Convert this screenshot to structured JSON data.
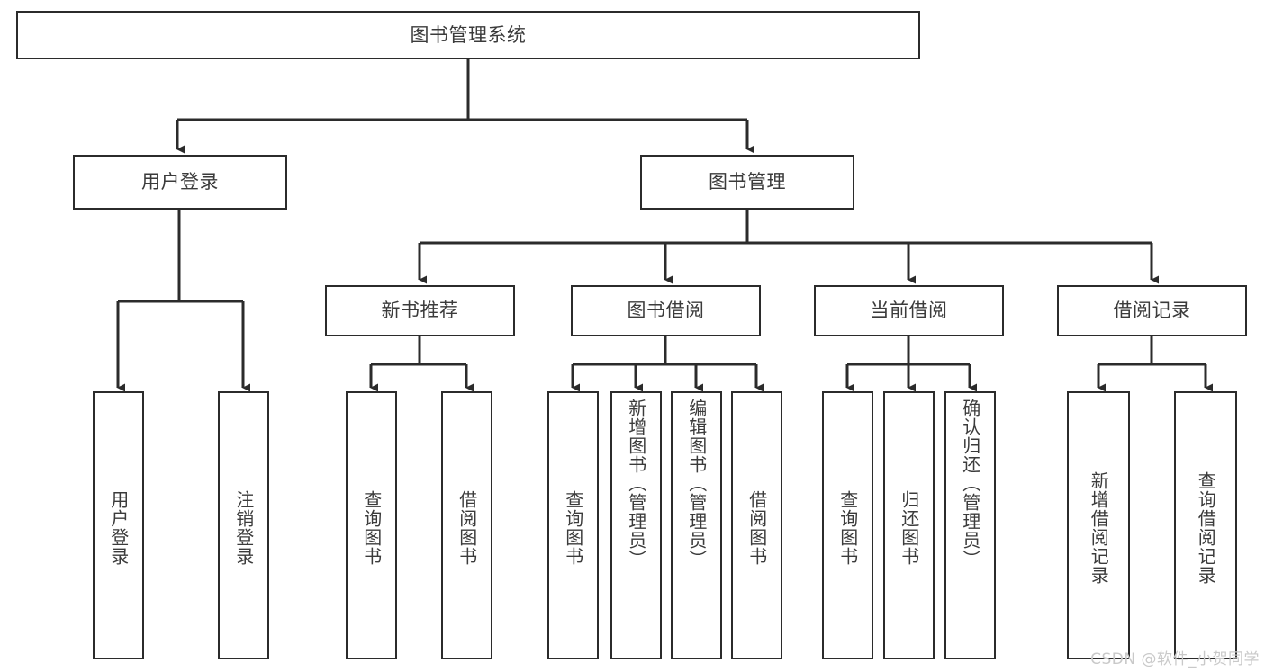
{
  "diagram": {
    "title": "图书管理系统",
    "type": "tree",
    "watermark": "CSDN @软件_小贺同学",
    "colors": {
      "box_border": "#2b2b2b",
      "box_fill": "#ffffff",
      "text": "#3b3b3b",
      "connector": "#2b2b2b",
      "watermark": "#c9c9c9",
      "background": "#ffffff"
    },
    "root": {
      "label": "图书管理系统"
    },
    "level2": [
      {
        "label": "用户登录"
      },
      {
        "label": "图书管理"
      }
    ],
    "level3": [
      {
        "label": "新书推荐"
      },
      {
        "label": "图书借阅"
      },
      {
        "label": "当前借阅"
      },
      {
        "label": "借阅记录"
      }
    ],
    "leaves": {
      "user_login": [
        {
          "label": "用户登录"
        },
        {
          "label": "注销登录"
        }
      ],
      "new_book_recommend": [
        {
          "label": "查询图书"
        },
        {
          "label": "借阅图书"
        }
      ],
      "book_borrow": [
        {
          "label": "查询图书"
        },
        {
          "label": "新增图书（管理员）"
        },
        {
          "label": "编辑图书（管理员）"
        },
        {
          "label": "借阅图书"
        }
      ],
      "current_borrow": [
        {
          "label": "查询图书"
        },
        {
          "label": "归还图书"
        },
        {
          "label": "确认归还（管理员）"
        }
      ],
      "borrow_record": [
        {
          "label": "新增借阅记录"
        },
        {
          "label": "查询借阅记录"
        }
      ]
    }
  }
}
